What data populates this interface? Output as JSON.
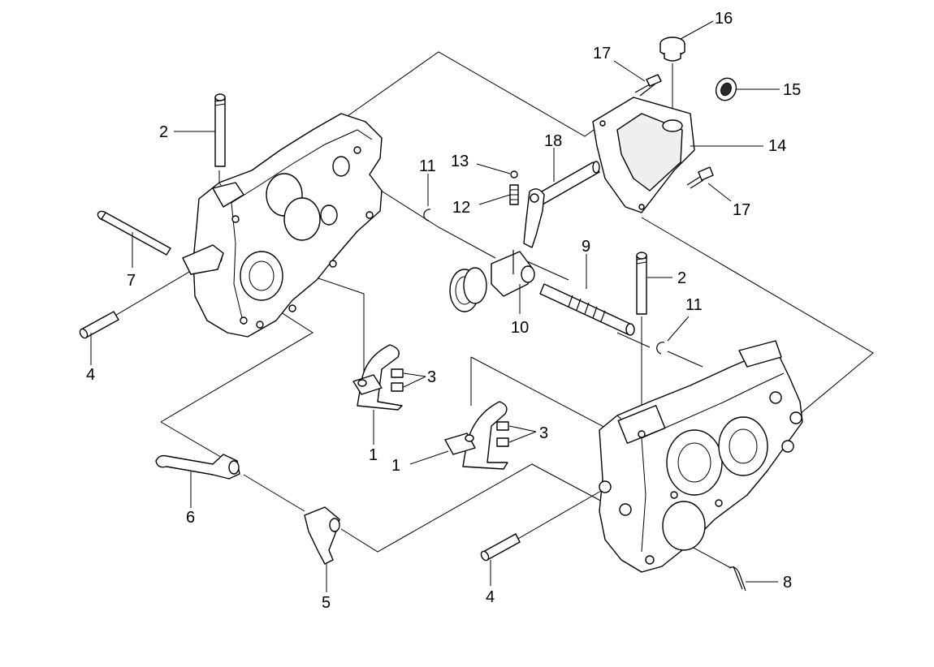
{
  "callouts": [
    {
      "id": "c16",
      "text": "16"
    },
    {
      "id": "c17a",
      "text": "17"
    },
    {
      "id": "c15",
      "text": "15"
    },
    {
      "id": "c14",
      "text": "14"
    },
    {
      "id": "c17b",
      "text": "17"
    },
    {
      "id": "c18",
      "text": "18"
    },
    {
      "id": "c13",
      "text": "13"
    },
    {
      "id": "c12",
      "text": "12"
    },
    {
      "id": "c11a",
      "text": "11"
    },
    {
      "id": "c9",
      "text": "9"
    },
    {
      "id": "c10",
      "text": "10"
    },
    {
      "id": "c2a",
      "text": "2"
    },
    {
      "id": "c2b",
      "text": "2"
    },
    {
      "id": "c11b",
      "text": "11"
    },
    {
      "id": "c7",
      "text": "7"
    },
    {
      "id": "c4a",
      "text": "4"
    },
    {
      "id": "c3a",
      "text": "3"
    },
    {
      "id": "c1a",
      "text": "1"
    },
    {
      "id": "c3b",
      "text": "3"
    },
    {
      "id": "c1b",
      "text": "1"
    },
    {
      "id": "c6",
      "text": "6"
    },
    {
      "id": "c5",
      "text": "5"
    },
    {
      "id": "c4b",
      "text": "4"
    },
    {
      "id": "c8",
      "text": "8"
    }
  ]
}
